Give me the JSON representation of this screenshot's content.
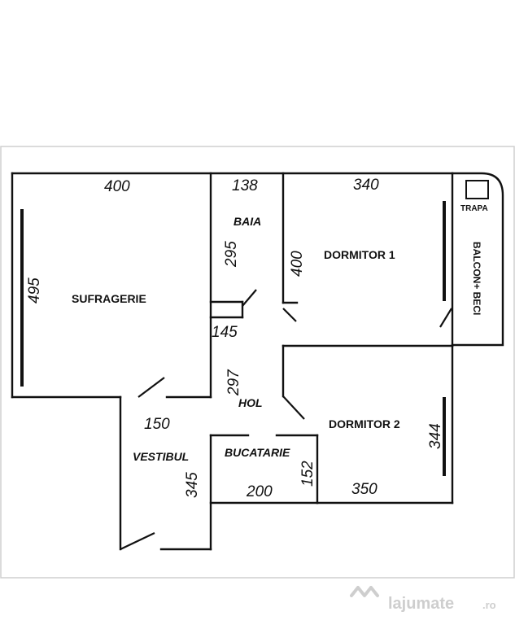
{
  "plan": {
    "rooms": {
      "sufragerie": "SUFRAGERIE",
      "baia": "BAIA",
      "dormitor1": "DORMITOR 1",
      "dormitor2": "DORMITOR 2",
      "hol": "HOL",
      "vestibul": "VESTIBUL",
      "bucatarie": "BUCATARIE",
      "balcon": "BALCON+ BECI",
      "trapa": "TRAPA"
    },
    "dimensions": {
      "suf_width": "400",
      "suf_height": "495",
      "baia_width": "138",
      "baia_height": "295",
      "hol_small": "145",
      "hol_height": "297",
      "dorm1_width": "340",
      "dorm1_height": "400",
      "dorm2_height": "344",
      "dorm2_width": "350",
      "vestibul_width": "150",
      "vestibul_height": "345",
      "buc_width": "200",
      "buc_height": "152"
    }
  },
  "watermark": {
    "text": "lajumate",
    "suffix": ".ro"
  },
  "colors": {
    "line": "#111111",
    "frame": "#cccccc",
    "watermark": "#c9c9c9"
  }
}
